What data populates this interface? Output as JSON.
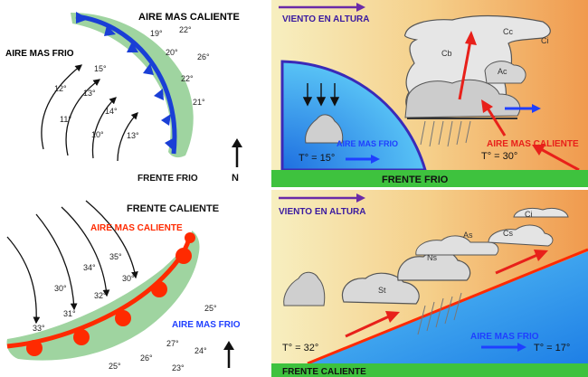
{
  "panel_cold_map": {
    "warm_label": "AIRE MAS CALIENTE",
    "cold_label": "AIRE MAS FRIO",
    "front_label": "FRENTE FRIO",
    "north_label": "N",
    "temps": [
      "19°",
      "22°",
      "20°",
      "26°",
      "15°",
      "22°",
      "12°",
      "13°",
      "21°",
      "11°",
      "14°",
      "10°",
      "13°"
    ],
    "colors": {
      "warm": "#ff2a2a",
      "cold": "#1f3fff",
      "front": "#1a3fd6",
      "band": "#9fd4a0"
    }
  },
  "panel_cold_section": {
    "wind_label": "VIENTO EN ALTURA",
    "cold_label": "AIRE MAS FRIO",
    "warm_label": "AIRE MAS CALIENTE",
    "cold_temp": "T° = 15°",
    "warm_temp": "T° = 30°",
    "front_label": "FRENTE FRIO",
    "clouds": [
      "Cb",
      "Cc",
      "Ci",
      "Ac"
    ],
    "colors": {
      "sky_left": "#f6ecba",
      "sky_right": "#f2a155",
      "cold_air": "#2f9cef",
      "ground": "#3ec23e",
      "wind": "#6a2aa8"
    }
  },
  "panel_warm_map": {
    "front_label": "FRENTE CALIENTE",
    "warm_label": "AIRE MAS CALIENTE",
    "cold_label": "AIRE MAS FRIO",
    "temps": [
      "35°",
      "34°",
      "30°",
      "30°",
      "32°",
      "31°",
      "33°",
      "25°",
      "27°",
      "24°",
      "26°",
      "25°",
      "23°"
    ],
    "colors": {
      "front": "#ff2a00",
      "band": "#9fd4a0"
    }
  },
  "panel_warm_section": {
    "wind_label": "VIENTO EN ALTURA",
    "cold_label": "AIRE MAS FRIO",
    "warm_temp": "T° = 32°",
    "cold_temp": "T° = 17°",
    "front_label": "FRENTE CALIENTE",
    "clouds": [
      "Ci",
      "As",
      "Cs",
      "Ns",
      "St"
    ],
    "colors": {
      "sky_left": "#f6ecba",
      "sky_right": "#f2a155",
      "cold_air": "#2f9cef",
      "ground": "#3ec23e"
    }
  }
}
